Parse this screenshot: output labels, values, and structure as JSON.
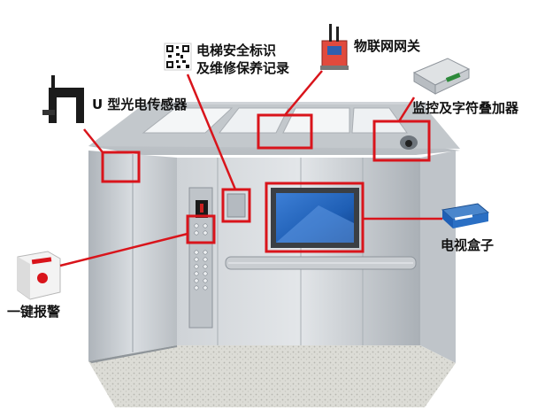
{
  "labels": {
    "u_sensor": "U 型光电传感器",
    "qr_line1": "电梯安全标识",
    "qr_line2": "及维修保养记录",
    "iot_gateway": "物联网网关",
    "overlay": "监控及字符叠加器",
    "tv_box": "电视盒子",
    "alarm": "一键报警"
  },
  "colors": {
    "callout": "#d9141b",
    "steel_light": "#d4d8dc",
    "steel_dark": "#9aa1a8",
    "screen_blue": "#1f5fb5"
  },
  "icons": [
    "u-sensor-icon",
    "qr-code-icon",
    "iot-gateway-icon",
    "overlay-device-icon",
    "tv-box-icon",
    "alarm-button-icon",
    "camera-icon"
  ]
}
